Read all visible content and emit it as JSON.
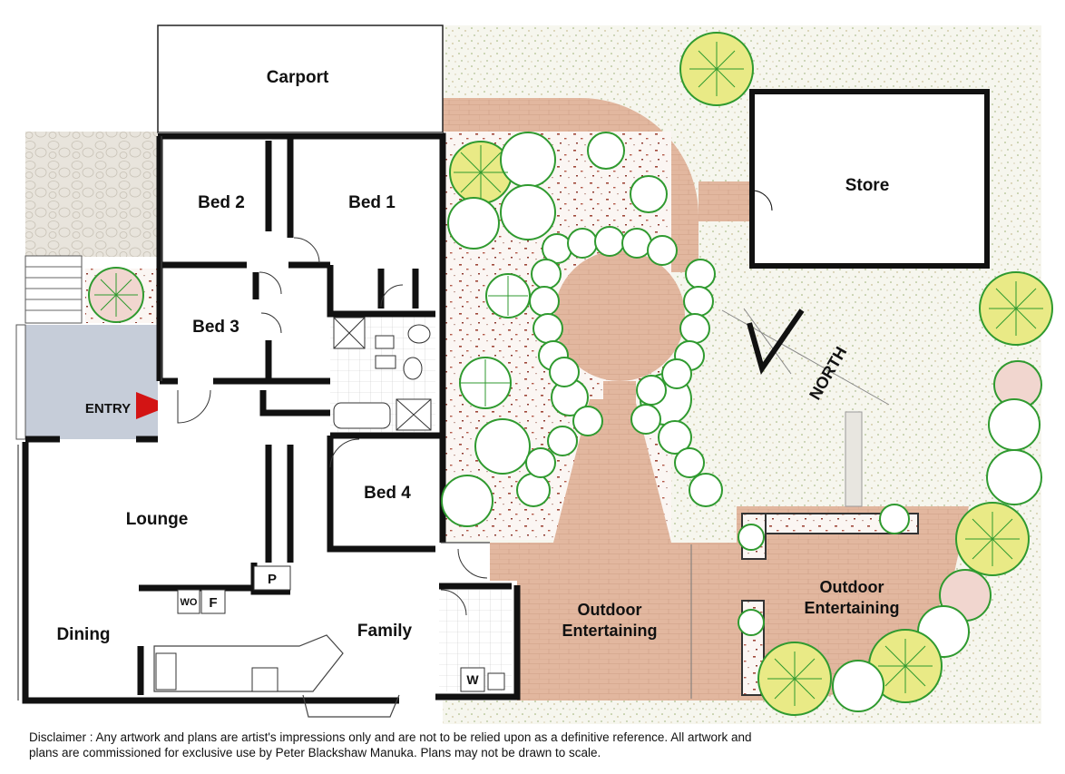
{
  "rooms": {
    "carport": "Carport",
    "bed1": "Bed 1",
    "bed2": "Bed 2",
    "bed3": "Bed 3",
    "bed4": "Bed 4",
    "store": "Store",
    "entry": "ENTRY",
    "lounge": "Lounge",
    "dining": "Dining",
    "family": "Family",
    "outdoor_left_line1": "Outdoor",
    "outdoor_left_line2": "Entertaining",
    "outdoor_right_line1": "Outdoor",
    "outdoor_right_line2": "Entertaining"
  },
  "fixtures": {
    "pantry": "P",
    "wo": "WO",
    "fridge": "F",
    "washer": "W"
  },
  "compass": {
    "label": "NORTH"
  },
  "disclaimer": "Disclaimer : Any artwork and plans are artist's impressions only and are not to be relied upon as a definitive reference. All artwork and plans are commissioned for exclusive use by Peter Blackshaw Manuka. Plans may not be drawn to scale.",
  "colors": {
    "wall": "#111111",
    "paving": "#e2b79f",
    "lawn_dots": "#8fa66a",
    "garden_red": "#a0483a",
    "tree_green": "#2f9a2f",
    "entry_marker": "#d31414",
    "entry_floor": "#c6cdd9"
  }
}
